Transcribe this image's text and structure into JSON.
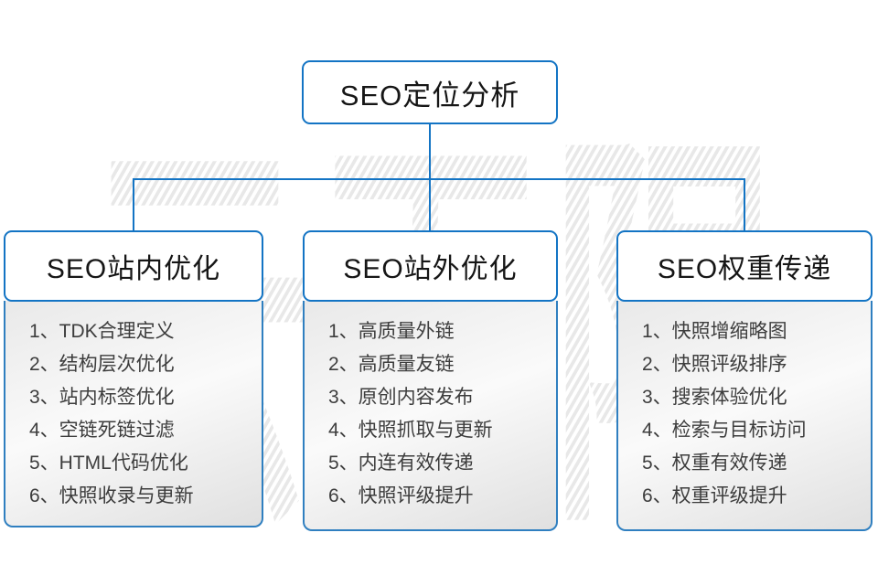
{
  "root": {
    "title": "SEO定位分析"
  },
  "watermark": {
    "text": "云无限"
  },
  "columns": [
    {
      "title": "SEO站内优化",
      "items": [
        "1、TDK合理定义",
        "2、结构层次优化",
        "3、站内标签优化",
        "4、空链死链过滤",
        "5、HTML代码优化",
        "6、快照收录与更新"
      ]
    },
    {
      "title": "SEO站外优化",
      "items": [
        "1、高质量外链",
        "2、高质量友链",
        "3、原创内容发布",
        "4、快照抓取与更新",
        "5、内连有效传递",
        "6、快照评级提升"
      ]
    },
    {
      "title": "SEO权重传递",
      "items": [
        "1、快照增缩略图",
        "2、快照评级排序",
        "3、搜索体验优化",
        "4、检索与目标访问",
        "5、权重有效传递",
        "6、权重评级提升"
      ]
    }
  ],
  "colors": {
    "accent_blue": "#1374c4",
    "header_text": "#161616",
    "item_text": "#3d3d3d",
    "watermark_gray": "#e8e8e8"
  }
}
